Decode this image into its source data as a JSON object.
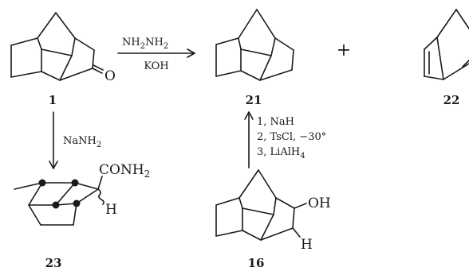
{
  "compounds": {
    "c1": {
      "number": "1",
      "atoms": {
        "o": "O"
      }
    },
    "c21": {
      "number": "21"
    },
    "c22": {
      "number": "22"
    },
    "c23": {
      "number": "23",
      "atoms": {
        "amide": "CONH",
        "amide_sub": "2",
        "h": "H"
      }
    },
    "c16": {
      "number": "16",
      "atoms": {
        "oh": "OH",
        "h": "H"
      }
    }
  },
  "reactions": {
    "r_1_to_21": {
      "reagent_top": "NH",
      "sub1": "2",
      "reagent_top_mid": "NH",
      "sub2": "2",
      "reagent_bottom": "KOH"
    },
    "r_1_to_23": {
      "reagent": "NaNH",
      "sub": "2"
    },
    "r_16_to_21": {
      "step1": "1, NaH",
      "step2": "2, TsCl, −30°",
      "step3_main": "3, LiAlH",
      "step3_sub": "4"
    }
  },
  "plus_sign": "+"
}
